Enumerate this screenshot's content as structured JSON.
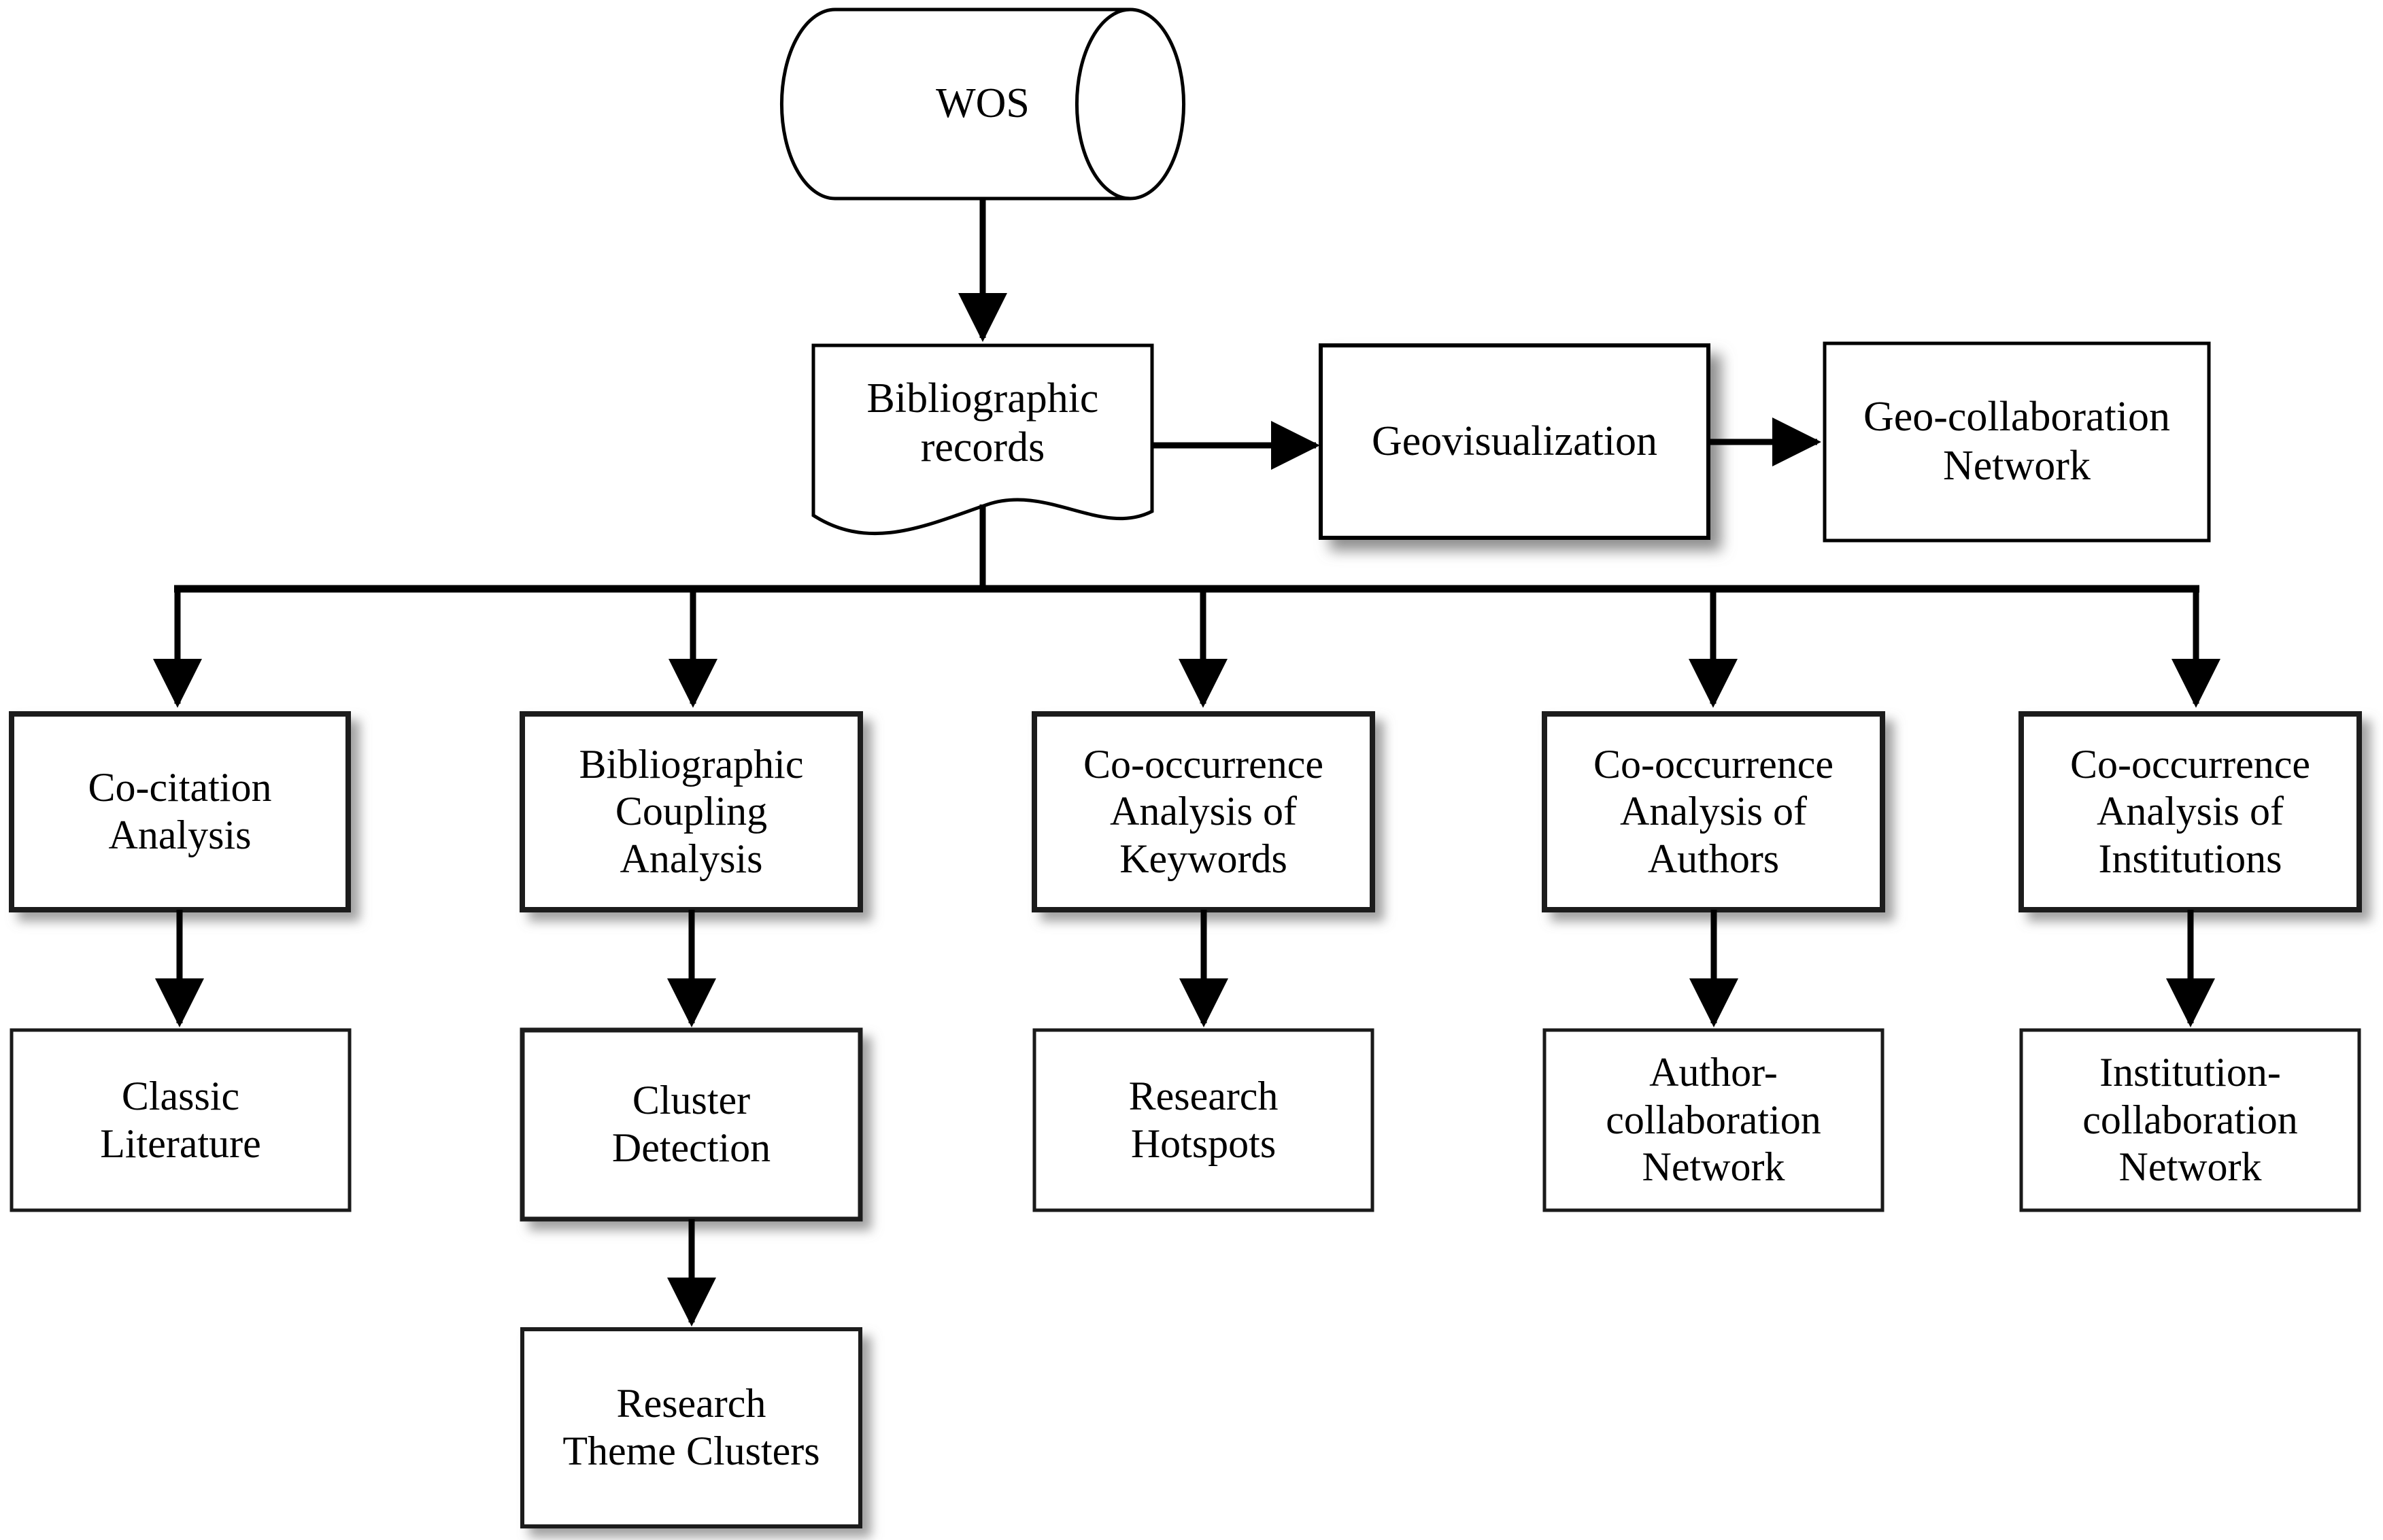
{
  "diagram": {
    "title": "Bibliometric analysis workflow",
    "type": "flowchart",
    "background_color": "#ffffff",
    "stroke_color": "#000000",
    "text_color": "#000000",
    "shadow_color": "#8a8a8a"
  },
  "nodes": {
    "wos": {
      "label": "WOS",
      "shape": "cylinder"
    },
    "bibliographic_records": {
      "label": "Bibliographic\nrecords",
      "shape": "document"
    },
    "geovisualization": {
      "label": "Geovisualization",
      "shape": "rectangle"
    },
    "geo_collaboration_network": {
      "label": "Geo-collaboration\nNetwork",
      "shape": "rectangle"
    },
    "co_citation_analysis": {
      "label": "Co-citation\nAnalysis",
      "shape": "rectangle"
    },
    "bibliographic_coupling_analysis": {
      "label": "Bibliographic\nCoupling\nAnalysis",
      "shape": "rectangle"
    },
    "co_occurrence_keywords": {
      "label": "Co-occurrence\nAnalysis of\nKeywords",
      "shape": "rectangle"
    },
    "co_occurrence_authors": {
      "label": "Co-occurrence\nAnalysis of\nAuthors",
      "shape": "rectangle"
    },
    "co_occurrence_institutions": {
      "label": "Co-occurrence\nAnalysis of\nInstitutions",
      "shape": "rectangle"
    },
    "classic_literature": {
      "label": "Classic\nLiterature",
      "shape": "rectangle"
    },
    "cluster_detection": {
      "label": "Cluster\nDetection",
      "shape": "rectangle"
    },
    "research_hotspots": {
      "label": "Research\nHotspots",
      "shape": "rectangle"
    },
    "author_collaboration_network": {
      "label": "Author-\ncollaboration\nNetwork",
      "shape": "rectangle"
    },
    "institution_collaboration_network": {
      "label": "Institution-\ncollaboration\nNetwork",
      "shape": "rectangle"
    },
    "research_theme_clusters": {
      "label": "Research\nTheme Clusters",
      "shape": "rectangle"
    }
  },
  "edges": [
    {
      "from": "wos",
      "to": "bibliographic_records",
      "style": "arrow"
    },
    {
      "from": "bibliographic_records",
      "to": "geovisualization",
      "style": "arrow"
    },
    {
      "from": "geovisualization",
      "to": "geo_collaboration_network",
      "style": "arrow"
    },
    {
      "from": "bibliographic_records",
      "to": "co_citation_analysis",
      "style": "arrow"
    },
    {
      "from": "bibliographic_records",
      "to": "bibliographic_coupling_analysis",
      "style": "arrow"
    },
    {
      "from": "bibliographic_records",
      "to": "co_occurrence_keywords",
      "style": "arrow"
    },
    {
      "from": "bibliographic_records",
      "to": "co_occurrence_authors",
      "style": "arrow"
    },
    {
      "from": "bibliographic_records",
      "to": "co_occurrence_institutions",
      "style": "arrow"
    },
    {
      "from": "co_citation_analysis",
      "to": "classic_literature",
      "style": "arrow"
    },
    {
      "from": "bibliographic_coupling_analysis",
      "to": "cluster_detection",
      "style": "arrow"
    },
    {
      "from": "co_occurrence_keywords",
      "to": "research_hotspots",
      "style": "arrow"
    },
    {
      "from": "co_occurrence_authors",
      "to": "author_collaboration_network",
      "style": "arrow"
    },
    {
      "from": "co_occurrence_institutions",
      "to": "institution_collaboration_network",
      "style": "arrow"
    },
    {
      "from": "cluster_detection",
      "to": "research_theme_clusters",
      "style": "arrow"
    }
  ]
}
